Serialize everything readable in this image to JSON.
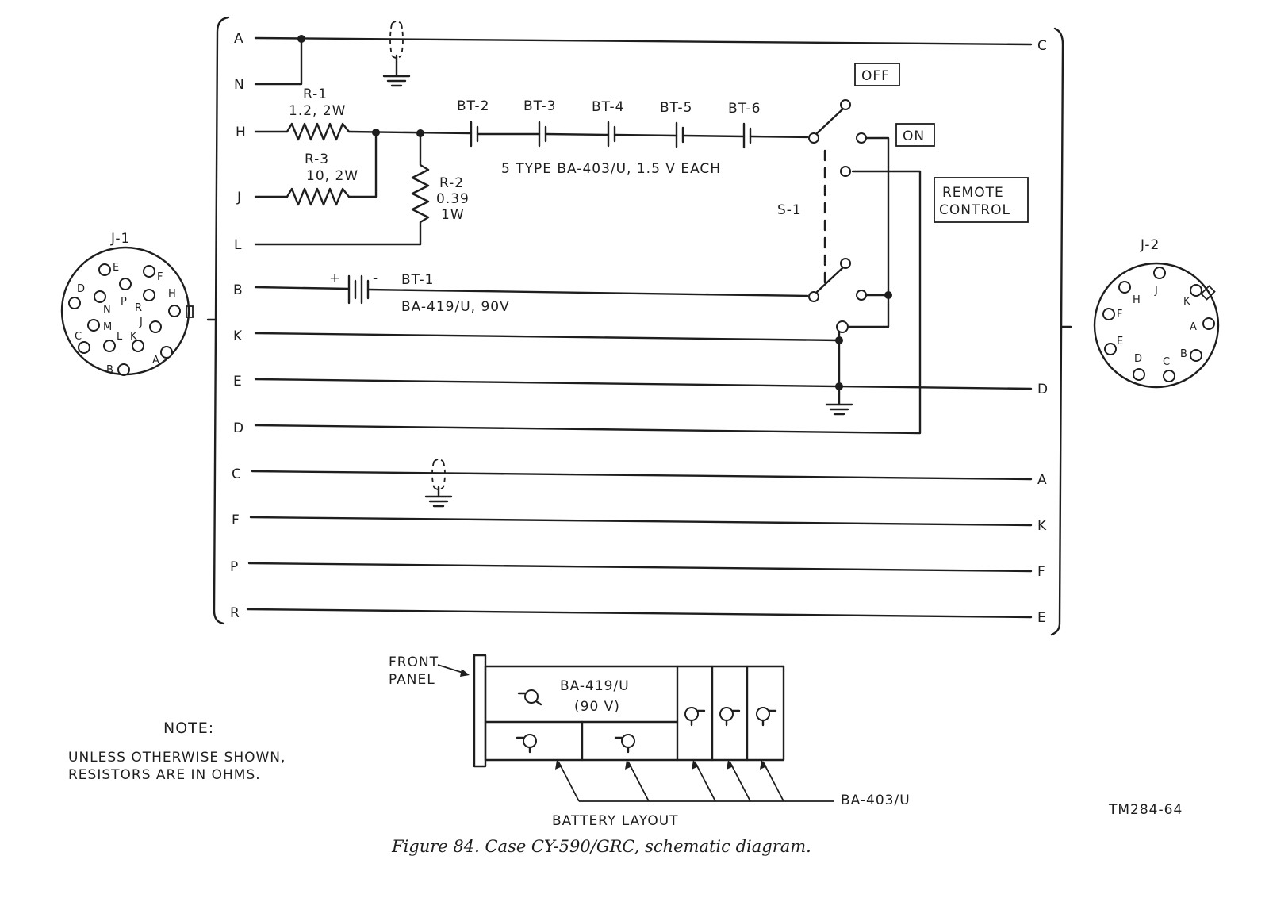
{
  "left_pins": [
    "A",
    "N",
    "H",
    "J",
    "L",
    "B",
    "K",
    "E",
    "D",
    "C",
    "F",
    "P",
    "R"
  ],
  "right_pins": {
    "c": "C",
    "d": "D",
    "a": "A",
    "k": "K",
    "f": "F",
    "e": "E"
  },
  "components": {
    "r1": {
      "name": "R-1",
      "value": "1.2, 2W"
    },
    "r3": {
      "name": "R-3",
      "value": "10, 2W"
    },
    "r2": {
      "name": "R-2",
      "value": "0.39",
      "power": "1W"
    },
    "batteries": [
      "BT-2",
      "BT-3",
      "BT-4",
      "BT-5",
      "BT-6"
    ],
    "battery_note": "5 TYPE BA-403/U, 1.5 V EACH",
    "bt1": {
      "name": "BT-1",
      "plus": "+",
      "minus": "-",
      "type": "BA-419/U, 90V"
    },
    "switch": "S-1"
  },
  "boxes": {
    "off": "OFF",
    "on": "ON",
    "remote1": "REMOTE",
    "remote2": "CONTROL"
  },
  "connectors": {
    "j1": {
      "name": "J-1",
      "pins": [
        "E",
        "F",
        "D",
        "N",
        "P",
        "R",
        "H",
        "M",
        "J",
        "C",
        "L",
        "K",
        "B",
        "A"
      ]
    },
    "j2": {
      "name": "J-2",
      "pins": [
        "J",
        "H",
        "K",
        "F",
        "A",
        "E",
        "D",
        "C",
        "B"
      ]
    }
  },
  "layout": {
    "front1": "FRONT",
    "front2": "PANEL",
    "big_battery1": "BA-419/U",
    "big_battery2": "(90 V)",
    "small_battery": "BA-403/U",
    "title": "BATTERY LAYOUT"
  },
  "note": {
    "title": "NOTE:",
    "line1": "UNLESS OTHERWISE SHOWN,",
    "line2": "RESISTORS ARE IN OHMS."
  },
  "figure_id": "TM284-64",
  "caption": "Figure 84.  Case CY-590/GRC, schematic diagram."
}
